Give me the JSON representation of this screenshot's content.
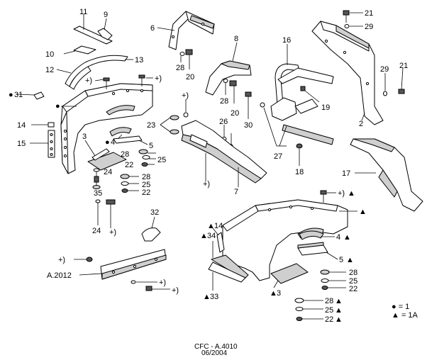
{
  "callouts": {
    "c11": "11",
    "c9": "9",
    "c10": "10",
    "c12": "12",
    "c13": "13",
    "c6": "6",
    "c8": "8",
    "c28a": "28",
    "c20a": "20",
    "c28b": "28",
    "c20b": "20",
    "c16": "16",
    "c21a": "21",
    "c29a": "29",
    "c29b": "29",
    "c21b": "21",
    "c19": "19",
    "c30": "30",
    "c2": "2",
    "c31": "31",
    "c14": "14",
    "c15": "15",
    "c3": "3",
    "c4a": "4",
    "c5a": "5",
    "c23": "23",
    "c26": "26",
    "c28c": "28",
    "c25a": "25",
    "c22a": "22",
    "c24a": "24",
    "c28d": "28",
    "c25b": "25",
    "c22b": "22",
    "c35": "35",
    "c24b": "24",
    "c27": "27",
    "c18": "18",
    "c17": "17",
    "c7": "7",
    "c32": "32",
    "c2012": "A.2012",
    "c14t": "14",
    "c34t": "34",
    "c33t": "33",
    "c3t": "3",
    "c4t": "4",
    "c5t": "5",
    "c28e": "28",
    "c25c": "25",
    "c22c": "22",
    "c28f": "28",
    "c25d": "25",
    "c22d": "22"
  },
  "markers": {
    "plus": "+)",
    "dot": "●",
    "triangle": "▲"
  },
  "legend": {
    "dot_entry": "● = 1",
    "triangle_entry": "▲ = 1A"
  },
  "footer": {
    "code": "CFC - A.4010",
    "date": "06/2004"
  }
}
